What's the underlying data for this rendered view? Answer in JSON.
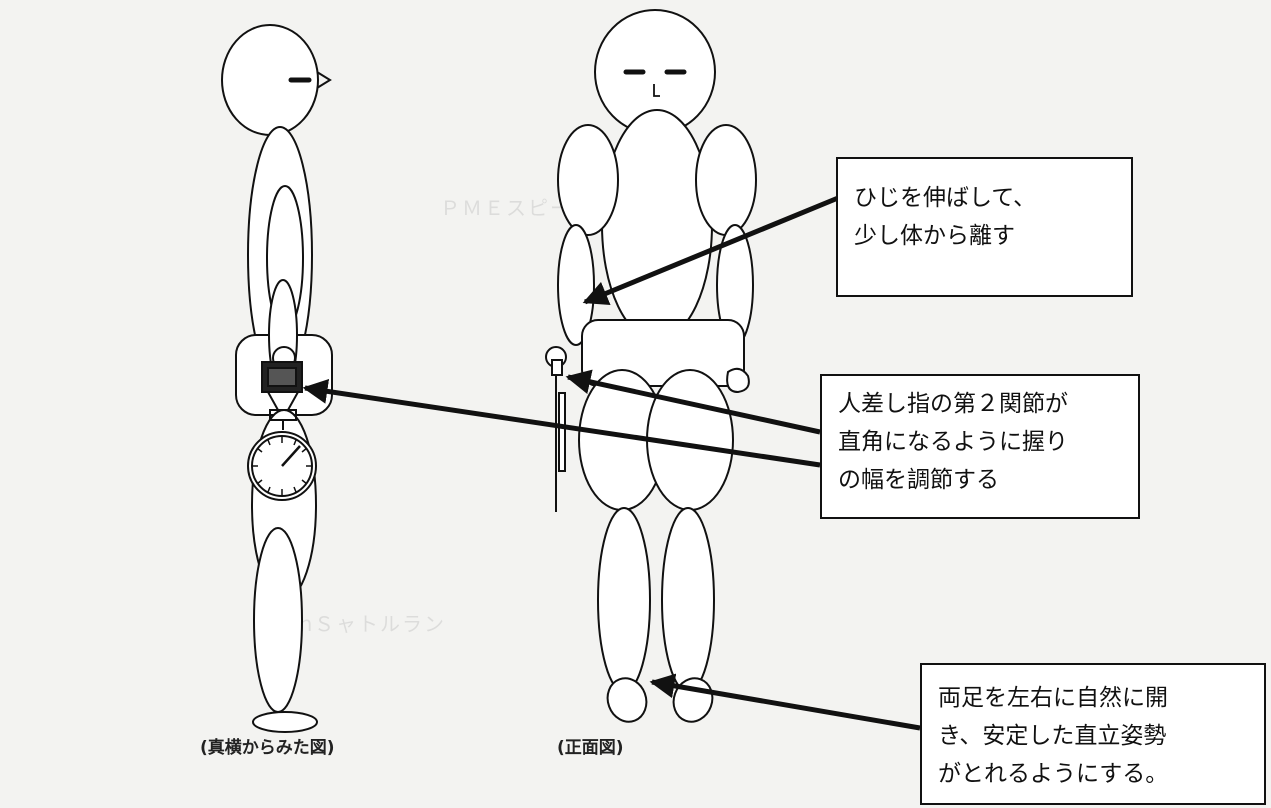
{
  "callouts": [
    {
      "lines": [
        "ひじを伸ばして、",
        "少し体から離す"
      ]
    },
    {
      "lines": [
        "人差し指の第２関節が",
        "直角になるように握り",
        "の幅を調節する"
      ]
    },
    {
      "lines": [
        "両足を左右に自然に開",
        "き、安定した直立姿勢",
        "がとれるようにする。"
      ]
    }
  ],
  "captions": {
    "side_view": "(真横からみた図)",
    "front_view": "(正面図)"
  },
  "colors": {
    "background": "#f3f3f1",
    "line": "#111111",
    "callout_fill": "#ffffff"
  },
  "icons": {
    "grip_dynamometer": "dial-gauge"
  }
}
